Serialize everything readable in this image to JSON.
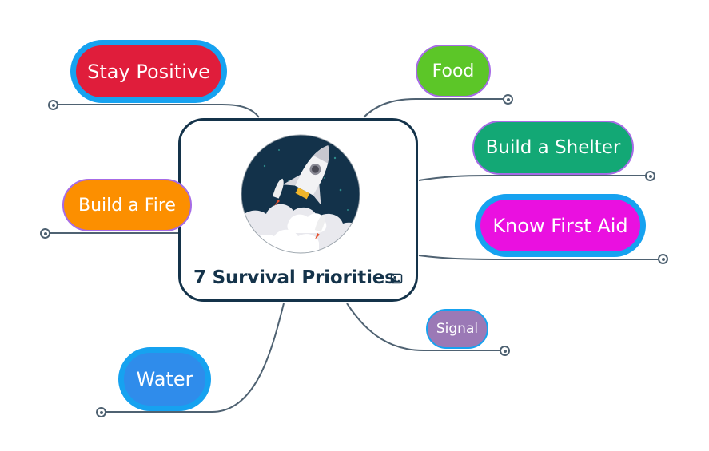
{
  "central": {
    "title": "7 Survival Priorities",
    "icon": "image-icon",
    "illustration": "rocket-launch"
  },
  "topics": [
    {
      "id": "stay-positive",
      "label": "Stay Positive",
      "color": "#e01d3b",
      "ring": true
    },
    {
      "id": "build-a-fire",
      "label": "Build a Fire",
      "color": "#fc8f00",
      "ring": false
    },
    {
      "id": "water",
      "label": "Water",
      "color": "#2f8ceb",
      "ring": true
    },
    {
      "id": "food",
      "label": "Food",
      "color": "#5cc628",
      "ring": false
    },
    {
      "id": "build-a-shelter",
      "label": "Build a Shelter",
      "color": "#13a875",
      "ring": false
    },
    {
      "id": "know-first-aid",
      "label": "Know First Aid",
      "color": "#ea10e0",
      "ring": true
    },
    {
      "id": "signal",
      "label": "Signal",
      "color": "#9b79b6",
      "ring": false
    }
  ],
  "colors": {
    "central_border": "#14334a",
    "connector": "#4f6272",
    "ring": "#16a2f0",
    "thin_border": "#a66be6"
  }
}
